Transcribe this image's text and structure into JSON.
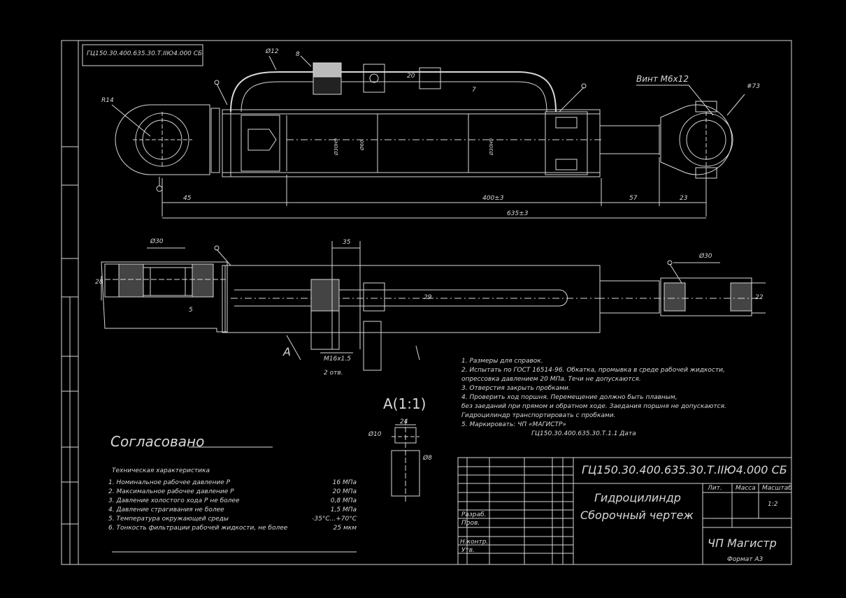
{
  "drawing_id_mirrored": "ГЦ150.30.400.635.30.Т.IIЮ4.000 СБ",
  "top_view": {
    "labels": {
      "screws": "Винт М6х12",
      "pos_73": "#73",
      "pos_14": "R14",
      "d_rod": "Ø30Н9",
      "d_bore": "Ø60",
      "d_piston": "Ø30Н9"
    },
    "dims": {
      "d45": "45",
      "stroke": "400±3",
      "d57": "57",
      "d23": "23",
      "overall": "635±3",
      "d12": "Ø12",
      "d8": "8",
      "d20": "20",
      "d7": "7"
    }
  },
  "bottom_view": {
    "labels": {
      "d30_left": "Ø30",
      "d30_right": "Ø30",
      "d35": "35",
      "d28": "28",
      "d22": "22",
      "d29": "29",
      "d5": "5",
      "thread": "М16х1.5",
      "ports": "2 отв.",
      "view_a": "А"
    }
  },
  "detail": {
    "title": "А(1:1)",
    "d10": "Ø10",
    "d8": "Ø8",
    "d24": "24"
  },
  "notes": [
    "1. Размеры для справок.",
    "2. Испытать по ГОСТ 16514-96. Обкатка, промывка в среде рабочей жидкости,",
    "опрессовка давлением 20 МПа. Течи не допускаются.",
    "3. Отверстия закрыть пробками.",
    "4. Проверить ход поршня. Перемещение должно быть плавным,",
    "без заеданий при прямом и обратном ходе. Заедания поршня не допускаются.",
    "Гидроцилиндр транспортировать с пробками.",
    "5. Маркировать: ЧП «МАГИСТР»",
    "ГЦ150.30.400.635.30.Т.1.1   Дата"
  ],
  "agreed": "Согласовано",
  "specs": {
    "title": "Техническая характеристика",
    "rows": [
      {
        "label": "1. Номинальное рабочее давление  Р",
        "value": "16 МПа"
      },
      {
        "label": "2. Максимальное рабочее давление Р",
        "value": "20 МПа"
      },
      {
        "label": "3. Давление холостого хода Р      не более",
        "value": "0,8 МПа"
      },
      {
        "label": "4. Давление страгивания            не более",
        "value": "1,5 МПа"
      },
      {
        "label": "5. Температура окружающей среды",
        "value": "-35°С...+70°С"
      },
      {
        "label": "6. Тонкость фильтрации рабочей жидкости, не более",
        "value": "25 мкм"
      }
    ]
  },
  "title_block": {
    "designation": "ГЦ150.30.400.635.30.Т.IIЮ4.000 СБ",
    "name_line1": "Гидроцилиндр",
    "name_line2": "Сборочный чертеж",
    "org": "ЧП Магистр",
    "headers": [
      "Лит.",
      "Масса",
      "Масштаб"
    ],
    "scale": "1:2",
    "format": "Формат A3",
    "row_labels": [
      "Разраб.",
      "Пров.",
      "Н.контр.",
      "Утв."
    ]
  },
  "stamp_top_left": "ГЦ150.30.400.635.30.Т.IIЮ4.000 СБ"
}
